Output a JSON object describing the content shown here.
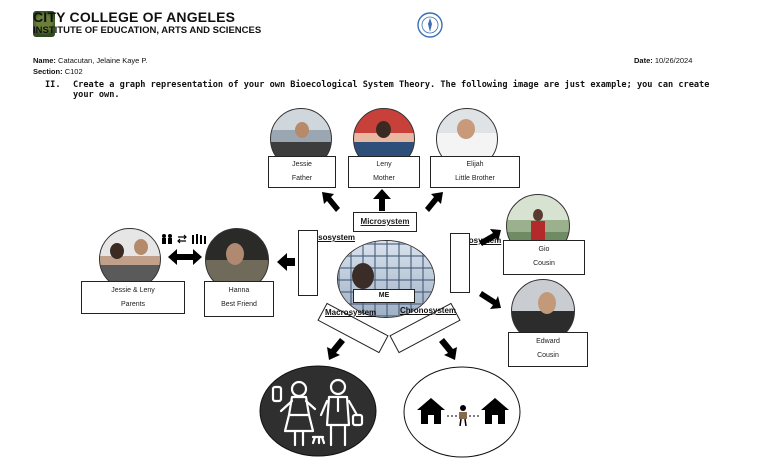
{
  "header": {
    "college": "CITY COLLEGE OF ANGELES",
    "institute": "INSTITUTE OF EDUCATION, ARTS AND SCIENCES"
  },
  "meta": {
    "name_label": "Name:",
    "name_value": "Catacutan, Jelaine Kaye P.",
    "section_label": "Section:",
    "section_value": "C102",
    "date_label": "Date:",
    "date_value": "10/26/2024"
  },
  "question": {
    "number": "II.",
    "text": "Create a graph representation of your own Bioecological System Theory. The following image are just example; you can create your own."
  },
  "diagram": {
    "family": [
      {
        "name": "Jessie",
        "role": "Father"
      },
      {
        "name": "Leny",
        "role": "Mother"
      },
      {
        "name": "Elijah",
        "role": "Little Brother"
      }
    ],
    "cousins": [
      {
        "name": "Gio",
        "role": "Cousin"
      },
      {
        "name": "Edward",
        "role": "Cousin"
      }
    ],
    "parents": {
      "name": "Jessie & Leny",
      "role": "Parents"
    },
    "friend": {
      "name": "Hanna",
      "role": "Best Friend"
    },
    "center": "ME",
    "systems": {
      "micro": "Microsystem",
      "meso": "Mesosystem",
      "exo": "Exosystem",
      "macro": "Macrosystem",
      "chrono": "Chronosystem"
    },
    "icons": [
      "family-icon",
      "swap-arrows-icon",
      "crowd-icon",
      "parents-silhouette-icon",
      "house-icon",
      "moving-person-icon"
    ]
  }
}
